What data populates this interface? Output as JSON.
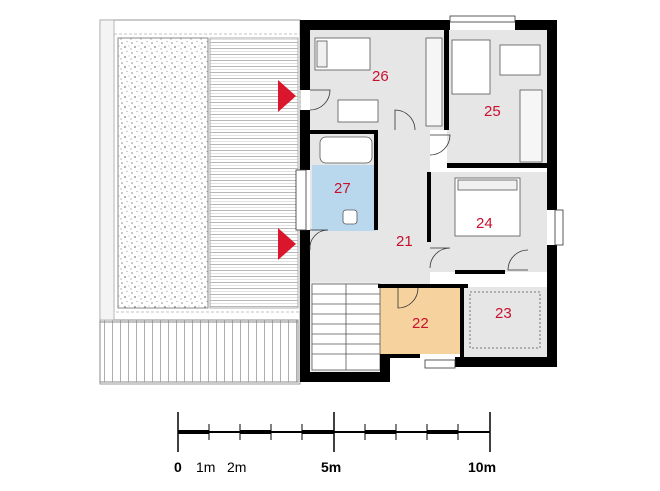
{
  "colors": {
    "wall": "#000000",
    "floor": "#e6e6e6",
    "bathroom": "#b9d8ee",
    "highlight_room": "#f6d29f",
    "room_number": "#c8102e",
    "arrow": "#d9162b",
    "gravel": "#9a9a9a"
  },
  "rooms": [
    {
      "id": "21",
      "label": "21"
    },
    {
      "id": "22",
      "label": "22"
    },
    {
      "id": "23",
      "label": "23"
    },
    {
      "id": "24",
      "label": "24"
    },
    {
      "id": "25",
      "label": "25"
    },
    {
      "id": "26",
      "label": "26"
    },
    {
      "id": "27",
      "label": "27"
    }
  ],
  "scale_bar": {
    "labels": [
      "0",
      "1m",
      "2m",
      "5m",
      "10m"
    ]
  },
  "icons": [
    "red-triangle-arrow-icon"
  ]
}
